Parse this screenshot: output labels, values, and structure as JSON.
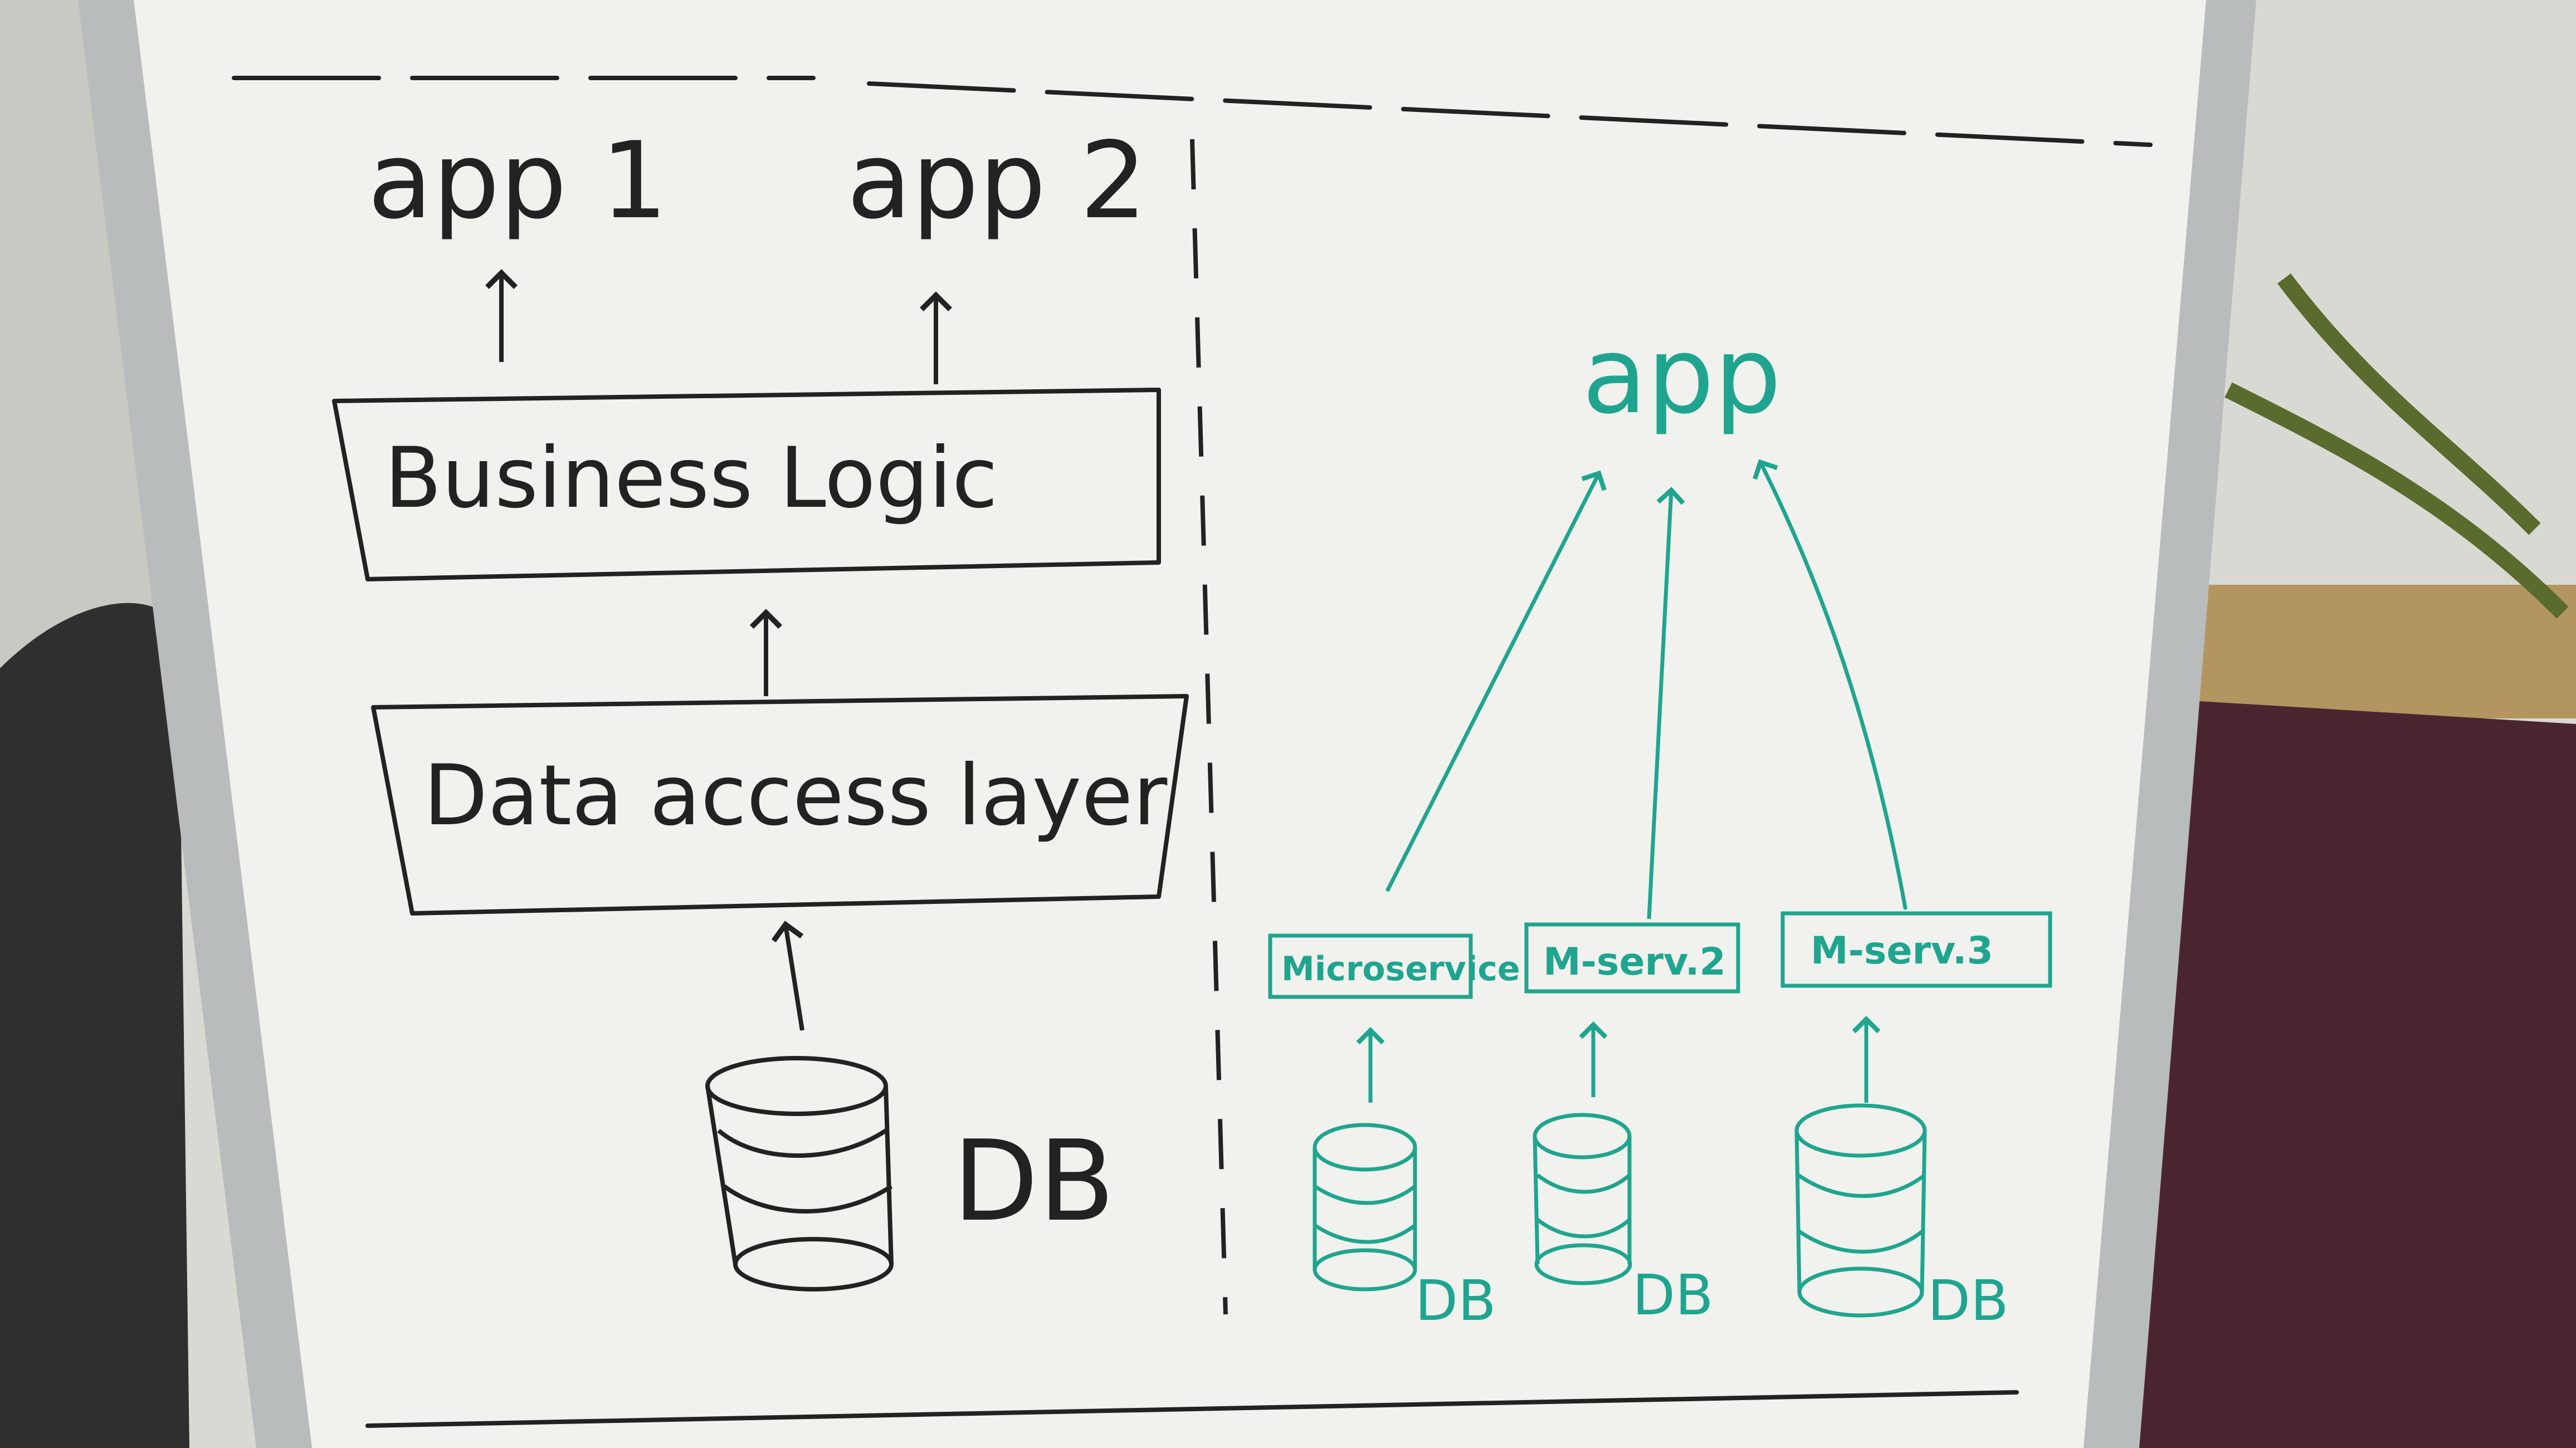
{
  "colors": {
    "wall": "#d9d9d4",
    "board": "#f1f1ed",
    "frame": "#b9bcbc",
    "black_marker": "#222222",
    "green_marker": "#1fa58f",
    "cloth": "#4a2530",
    "chair": "#2f2f2f"
  },
  "left": {
    "apps": [
      "app 1",
      "app 2"
    ],
    "business_logic": "Business Logic",
    "data_access": "Data access layer",
    "db": "DB"
  },
  "right": {
    "app": "app",
    "services": [
      "Microservice",
      "M-serv.2",
      "M-serv.3"
    ],
    "dbs": [
      "DB",
      "DB",
      "DB"
    ]
  }
}
